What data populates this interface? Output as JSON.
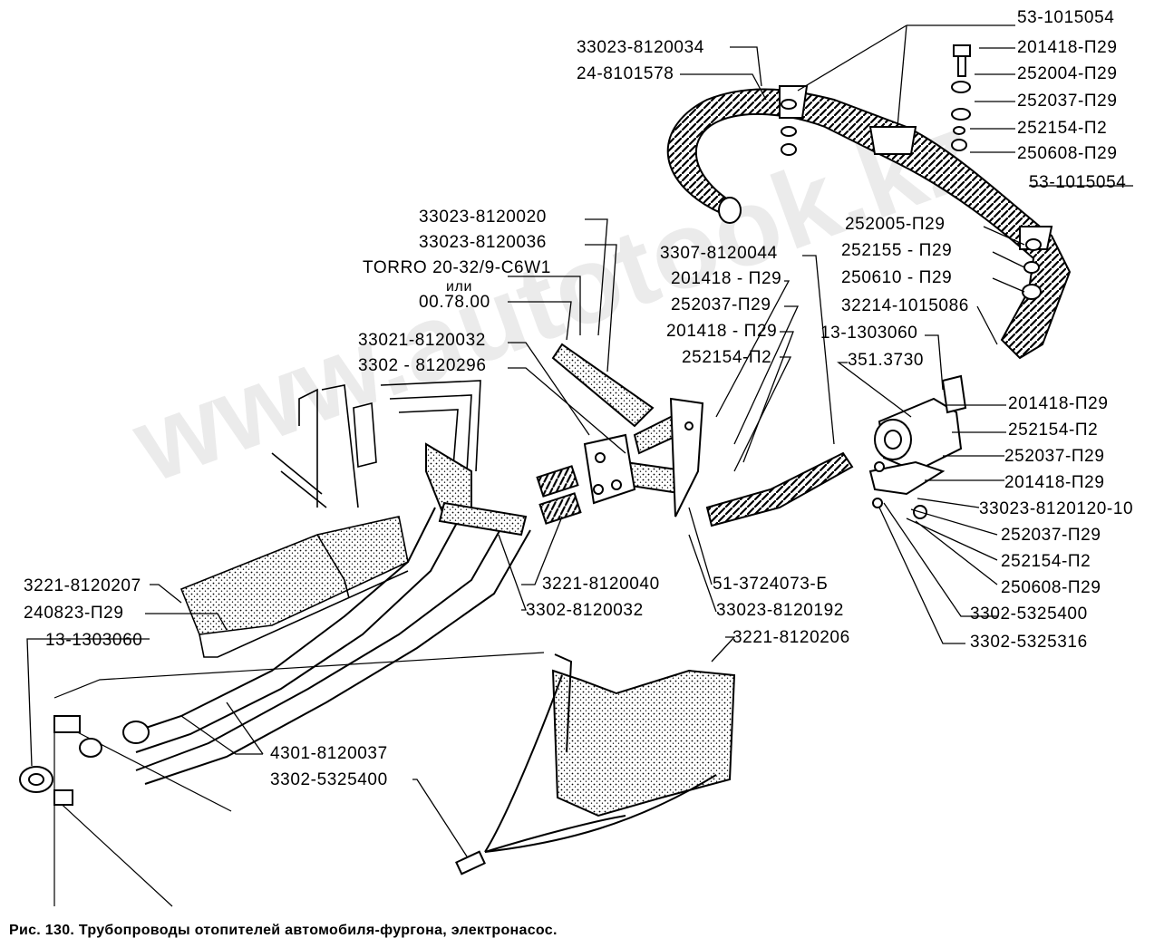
{
  "figure": {
    "caption": "Рис. 130. Трубопроводы отопителей автомобиля-фургона, электронасос.",
    "watermark": "www.autotook.kz"
  },
  "labels": {
    "l_53_1015054_top": "53-1015054",
    "l_33023_8120034": "33023-8120034",
    "l_24_8101578": "24-8101578",
    "l_201418_p29_a": "201418-П29",
    "l_252004_p29": "252004-П29",
    "l_252037_p29_a": "252037-П29",
    "l_252154_p2_a": "252154-П2",
    "l_250608_p29_a": "250608-П29",
    "l_53_1015054_mid": "53-1015054",
    "l_252005_p29": "252005-П29",
    "l_252155_p29": "252155 - П29",
    "l_250610_p29": "250610 - П29",
    "l_32214_1015086": "32214-1015086",
    "l_13_1303060_right": "13-1303060",
    "l_351_3730": "351.3730",
    "l_33023_8120020": "33023-8120020",
    "l_33023_8120036": "33023-8120036",
    "l_torro": "TORRO 20-32/9-C6W1",
    "l_ili": "или",
    "l_00_78_00": "00.78.00",
    "l_3307_8120044": "3307-8120044",
    "l_201418_p29_b": "201418 - П29",
    "l_252037_p29_b": "252037-П29",
    "l_201418_p29_c": "201418 - П29",
    "l_252154_p2_b": "252154-П2",
    "l_33021_8120032": "33021-8120032",
    "l_3302_8120296": "3302 - 8120296",
    "l_201418_p29_d": "201418-П29",
    "l_252154_p2_c": "252154-П2",
    "l_252037_p29_c": "252037-П29",
    "l_201418_p29_e": "201418-П29",
    "l_33023_8120120_10": "33023-8120120-10",
    "l_252037_p29_d": "252037-П29",
    "l_252154_p2_d": "252154-П2",
    "l_250608_p29_b": "250608-П29",
    "l_3302_5325400_right": "3302-5325400",
    "l_3302_5325316": "3302-5325316",
    "l_3221_8120040": "3221-8120040",
    "l_51_3724073_b": "51-3724073-Б",
    "l_3302_8120032": "3302-8120032",
    "l_33023_8120192": "33023-8120192",
    "l_3221_8120206": "3221-8120206",
    "l_3221_8120207": "3221-8120207",
    "l_240823_p29": "240823-П29",
    "l_13_1303060_left": "13-1303060",
    "l_4301_8120037": "4301-8120037",
    "l_3302_5325400_bottom": "3302-5325400"
  }
}
